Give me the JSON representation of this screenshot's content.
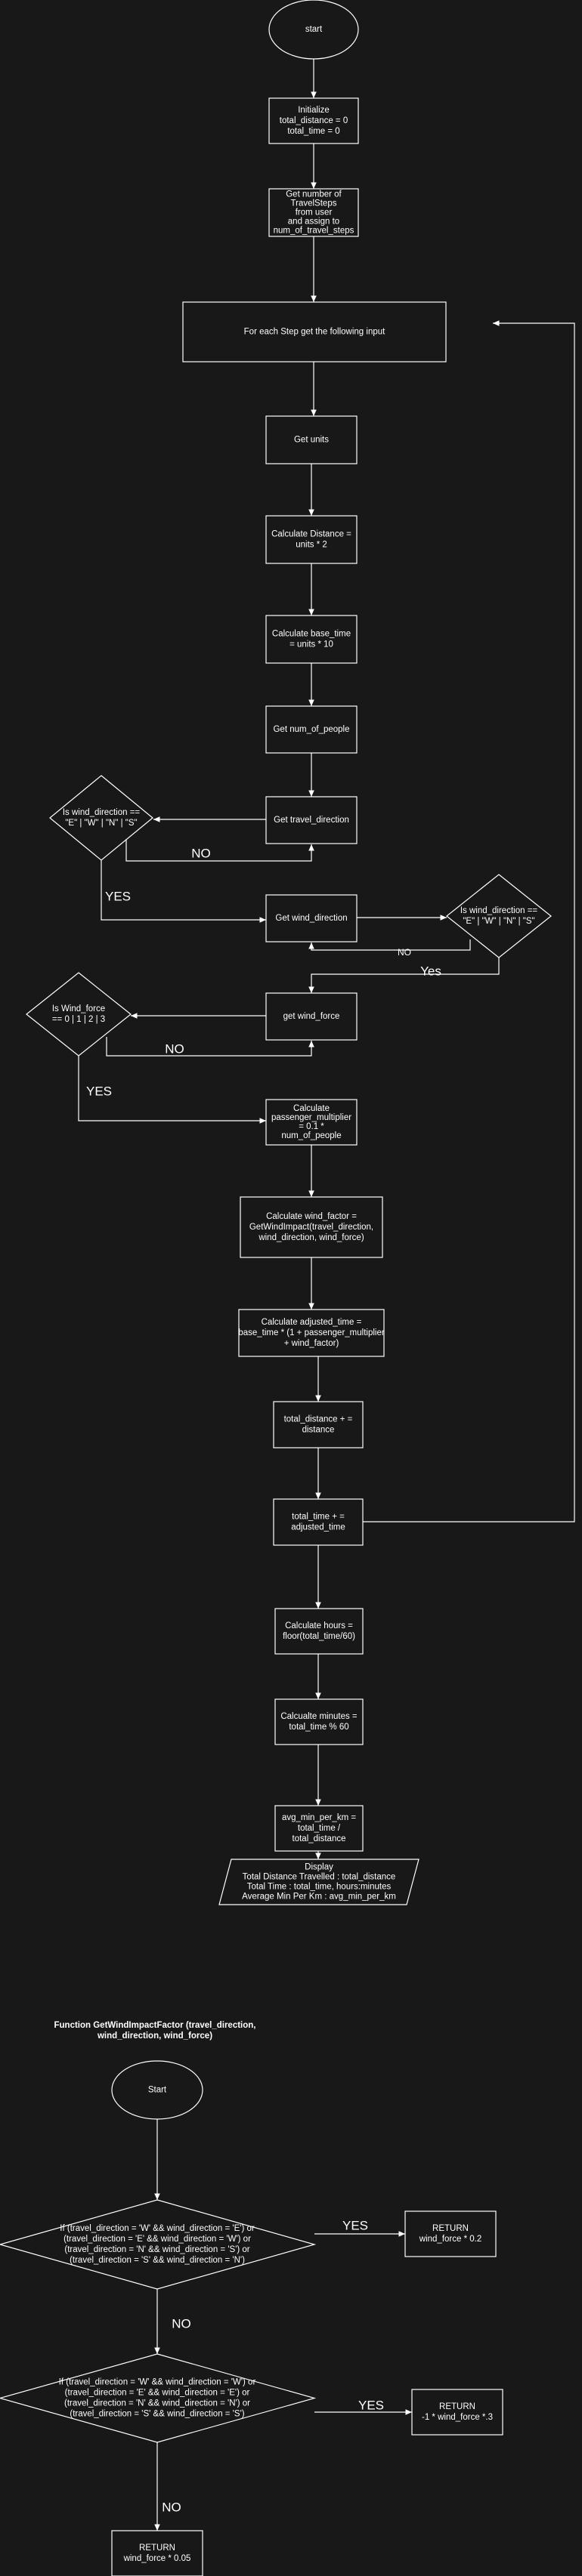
{
  "colors": {
    "background": "#181818",
    "stroke": "#ffffff",
    "text": "#ffffff"
  },
  "main_flow": {
    "start": "start",
    "init": [
      "Initialize",
      "total_distance = 0",
      "total_time = 0"
    ],
    "get_steps": [
      "Get number of",
      "TravelSteps",
      "from user",
      "and assign to",
      "num_of_travel_steps"
    ],
    "loop": "For each Step get the following input",
    "get_units": "Get units",
    "calc_distance": [
      "Calculate Distance =",
      "units * 2"
    ],
    "calc_base_time": [
      "Calculate base_time",
      "= units * 10"
    ],
    "get_people": "Get num_of_people",
    "get_travel_dir": "Get travel_direction",
    "travel_dir_check": [
      "Is wind_direction ==",
      "\"E\" | \"W\" | \"N\" | \"S\""
    ],
    "get_wind_dir": "Get wind_direction",
    "wind_dir_check": [
      "Is wind_direction ==",
      "\"E\" | \"W\" | \"N\" | \"S\""
    ],
    "get_wind_force": "get wind_force",
    "wind_force_check": [
      "Is Wind_force",
      "== 0 | 1 | 2 | 3"
    ],
    "calc_multiplier": [
      "Calculate",
      "passenger_multiplier",
      "= 0.1 *",
      "num_of_people"
    ],
    "calc_wind_factor": [
      "Calculate wind_factor =",
      "GetWindImpact(travel_direction,",
      "wind_direction, wind_force)"
    ],
    "calc_adjusted": [
      "Calculate adjusted_time =",
      "base_time * (1 + passenger_multiplier",
      "+ wind_factor)"
    ],
    "total_distance": [
      "total_distance + =",
      "distance"
    ],
    "total_time": [
      "total_time + =",
      "adjusted_time"
    ],
    "calc_hours": [
      "Calculate hours =",
      "floor(total_time/60)"
    ],
    "calc_minutes": [
      "Calcualte minutes =",
      "total_time % 60"
    ],
    "avg_min": [
      "avg_min_per_km =",
      "total_time /",
      "total_distance"
    ],
    "display": [
      "Display",
      "Total Distance Travelled : total_distance",
      "Total Time : total_time, hours:minutes",
      "Average Min Per Km : avg_min_per_km"
    ],
    "labels": {
      "no_1": "NO",
      "yes_1": "YES",
      "no_2": "NO",
      "yes_2": "Yes",
      "no_3": "NO",
      "yes_3": "YES"
    }
  },
  "function_flow": {
    "title": [
      "Function GetWindImpactFactor (travel_direction,",
      "wind_direction, wind_force)"
    ],
    "start": "Start",
    "cond1": [
      "If (travel_direction = 'W' && wind_direction = 'E') or",
      "(travel_direction = 'E' && wind_direction = 'W') or",
      "(travel_direction = 'N' && wind_direction = 'S') or",
      "(travel_direction = 'S' && wind_direction = 'N')"
    ],
    "return1": [
      "RETURN",
      "wind_force * 0.2"
    ],
    "cond2": [
      "If (travel_direction = 'W' && wind_direction = 'W') or",
      "(travel_direction = 'E' && wind_direction = 'E') or",
      "(travel_direction = 'N' && wind_direction = 'N') or",
      "(travel_direction = 'S' && wind_direction = 'S')"
    ],
    "return2": [
      "RETURN",
      "-1 * wind_force *.3"
    ],
    "return3": [
      "RETURN",
      "wind_force * 0.05"
    ],
    "labels": {
      "yes_1": "YES",
      "no_1": "NO",
      "yes_2": "YES",
      "no_2": "NO"
    }
  }
}
